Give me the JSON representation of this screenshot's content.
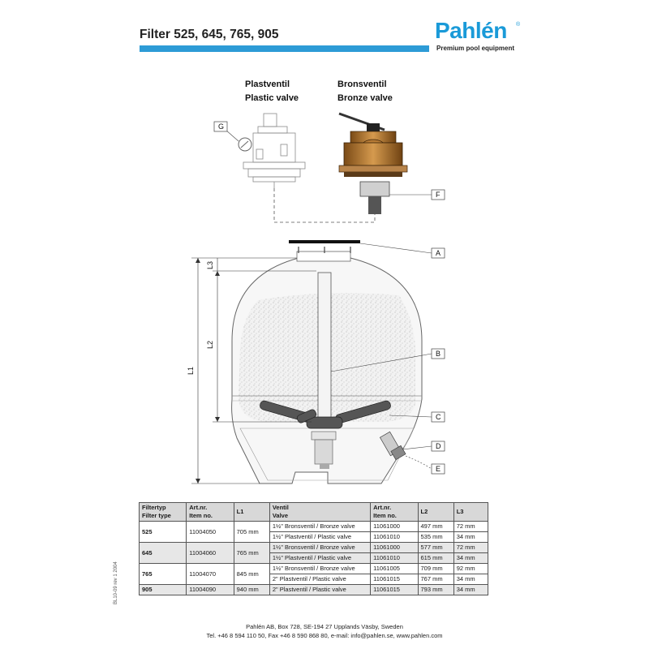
{
  "header": {
    "title": "Filter 525, 645, 765, 905",
    "brand": "Pahlén",
    "brand_reg": "®",
    "tagline": "Premium pool equipment",
    "accent_color": "#2d9bd6",
    "brand_color": "#1a9ad8"
  },
  "valves": {
    "plastic_sv": "Plastventil",
    "plastic_en": "Plastic valve",
    "bronze_sv": "Bronsventil",
    "bronze_en": "Bronze valve"
  },
  "callouts": [
    "A",
    "B",
    "C",
    "D",
    "E",
    "F",
    "G"
  ],
  "dimensions": [
    "L1",
    "L2",
    "L3"
  ],
  "table": {
    "headers": {
      "filter_type": [
        "Filtertyp",
        "Filter type"
      ],
      "item_no": [
        "Art.nr.",
        "Item no."
      ],
      "l1": "L1",
      "valve": [
        "Ventil",
        "Valve"
      ],
      "valve_item_no": [
        "Art.nr.",
        "Item no."
      ],
      "l2": "L2",
      "l3": "L3"
    },
    "groups": [
      {
        "filter": "525",
        "item": "11004050",
        "l1": "705 mm",
        "rows": [
          {
            "valve": "1½\" Bronsventil / Bronze valve",
            "item": "11061000",
            "l2": "497 mm",
            "l3": "72 mm"
          },
          {
            "valve": "1½\" Plastventil / Plastic valve",
            "item": "11061010",
            "l2": "535 mm",
            "l3": "34 mm"
          }
        ]
      },
      {
        "filter": "645",
        "item": "11004060",
        "l1": "765 mm",
        "rows": [
          {
            "valve": "1½\" Bronsventil / Bronze valve",
            "item": "11061000",
            "l2": "577 mm",
            "l3": "72 mm"
          },
          {
            "valve": "1½\" Plastventil / Plastic valve",
            "item": "11061010",
            "l2": "615 mm",
            "l3": "34 mm"
          }
        ]
      },
      {
        "filter": "765",
        "item": "11004070",
        "l1": "845 mm",
        "rows": [
          {
            "valve": "1½\" Bronsventil / Bronze valve",
            "item": "11061005",
            "l2": "709 mm",
            "l3": "92 mm"
          },
          {
            "valve": "2\" Plastventil / Plastic valve",
            "item": "11061015",
            "l2": "767 mm",
            "l3": "34 mm"
          }
        ]
      },
      {
        "filter": "905",
        "item": "11004090",
        "l1": "940 mm",
        "rows": [
          {
            "valve": "2\" Plastventil / Plastic valve",
            "item": "11061015",
            "l2": "793 mm",
            "l3": "34 mm"
          }
        ]
      }
    ]
  },
  "footer": {
    "line1": "Pahlén AB, Box 728, SE-194 27 Upplands Väsby, Sweden",
    "line2": "Tel. +46 8 594 110 50, Fax +46 8 590 868 80, e-mail: info@pahlen.se, www.pahlen.com"
  },
  "doc_id": "BL10-09 rev 1 2004"
}
